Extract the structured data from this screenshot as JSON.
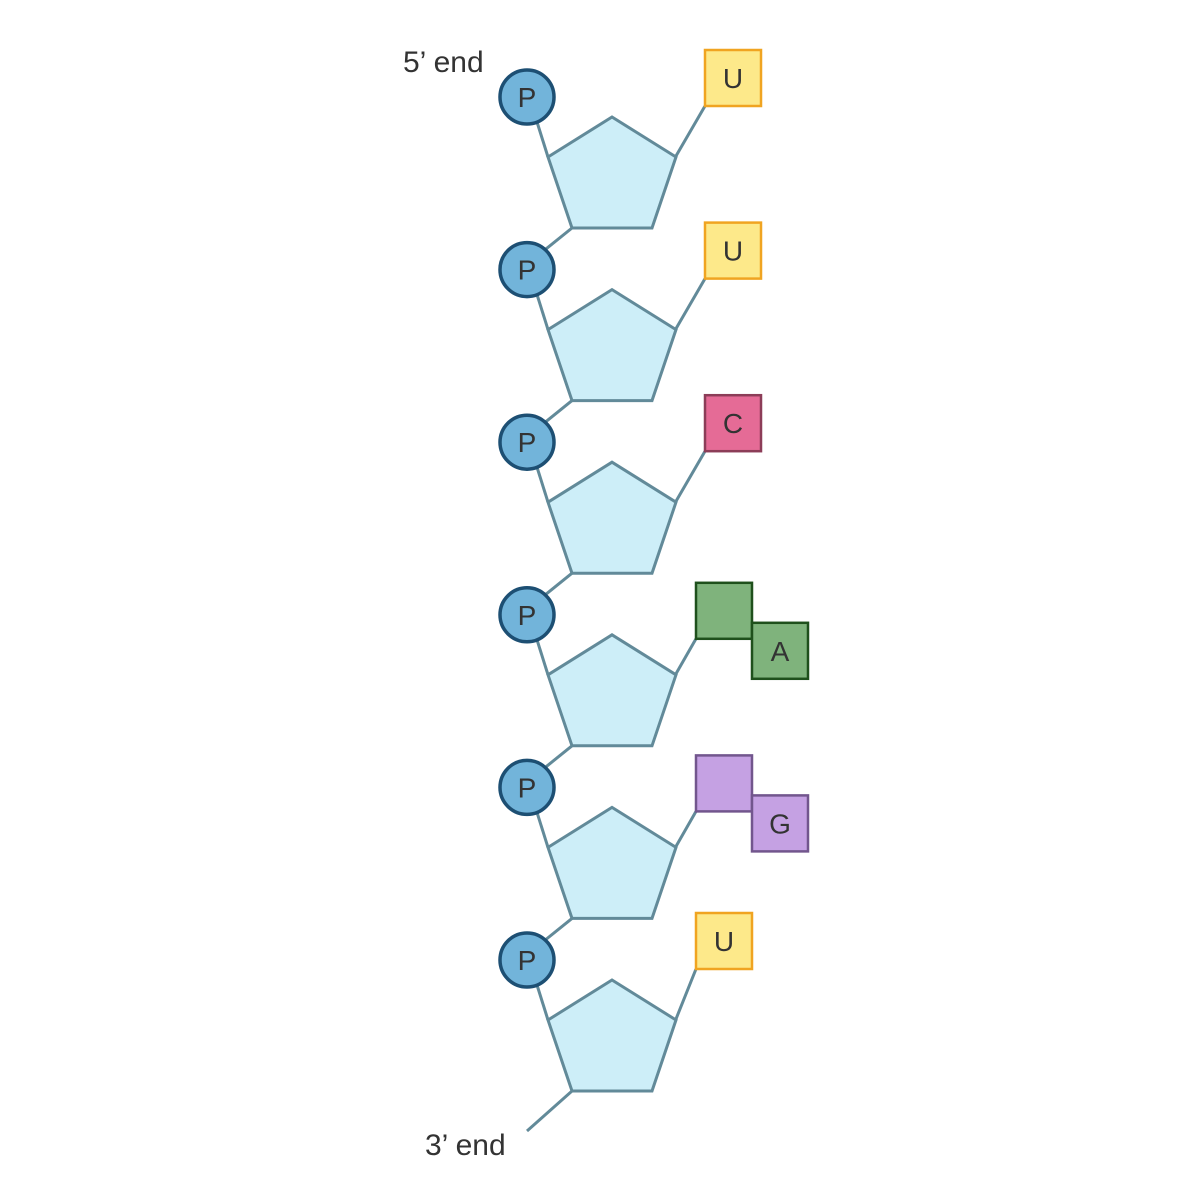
{
  "labels": {
    "five_prime": "5’ end",
    "three_prime": "3’ end"
  },
  "phosphate_label": "P",
  "colors": {
    "sugar_fill": "#cdeef8",
    "sugar_stroke": "#628a99",
    "phosphate_fill": "#72b4da",
    "phosphate_stroke": "#1d4f73",
    "uracil_fill": "#fde98a",
    "uracil_stroke": "#f0a421",
    "cytosine_fill": "#e56b96",
    "cytosine_stroke": "#8c3d58",
    "adenine_fill": "#7fb37c",
    "adenine_stroke": "#1f501c",
    "guanine_fill": "#c5a1e3",
    "guanine_stroke": "#72568d"
  },
  "nucleotides": [
    {
      "base": "U",
      "type": "pyrimidine"
    },
    {
      "base": "U",
      "type": "pyrimidine"
    },
    {
      "base": "C",
      "type": "pyrimidine"
    },
    {
      "base": "A",
      "type": "purine"
    },
    {
      "base": "G",
      "type": "purine"
    },
    {
      "base": "U",
      "type": "pyrimidine"
    }
  ]
}
